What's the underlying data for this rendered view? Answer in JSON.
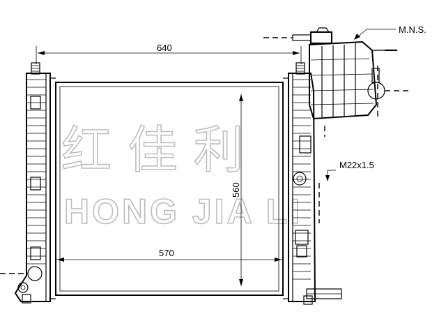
{
  "dimensions": {
    "width_top": "640",
    "height": "560",
    "width_core": "570"
  },
  "labels": {
    "cap_note": "M.N.S.",
    "thread": "M22x1.5"
  },
  "watermark": {
    "chinese": "红 佳 利",
    "latin": "HONG JIA LI"
  }
}
